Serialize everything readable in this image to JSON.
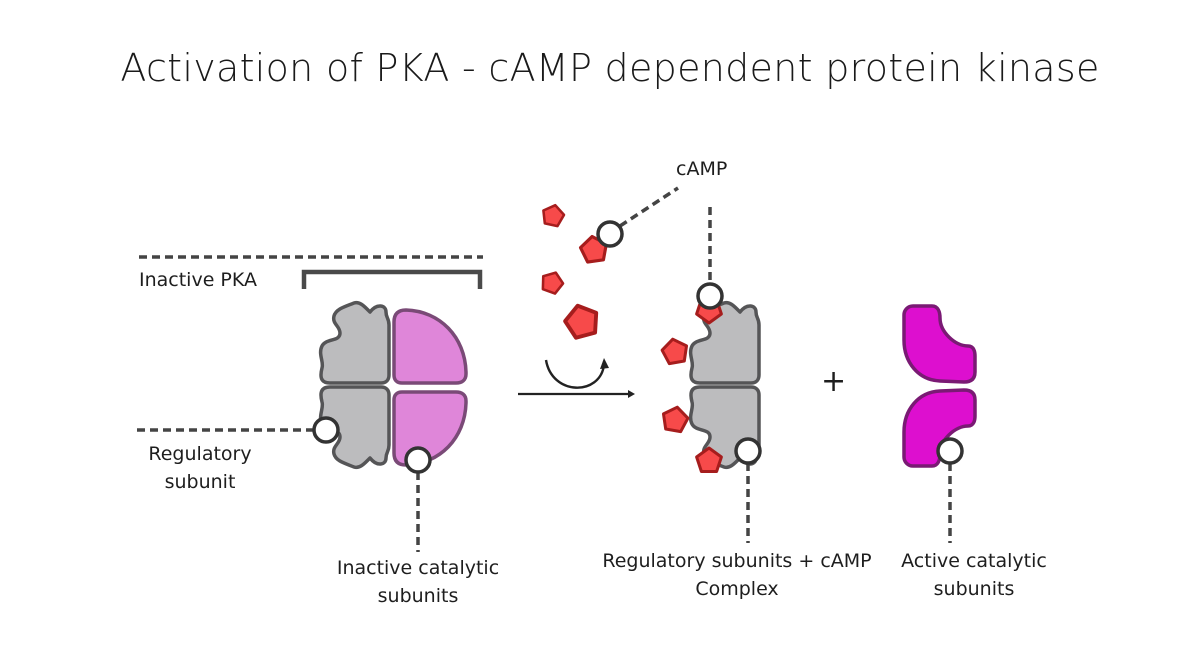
{
  "title": "Activation of PKA - cAMP dependent protein kinase",
  "labels": {
    "camp": "cAMP",
    "inactive_pka": "Inactive PKA",
    "regulatory_line1": "Regulatory",
    "regulatory_line2": "subunit",
    "inactive_catalytic_line1": "Inactive catalytic",
    "inactive_catalytic_line2": "subunits",
    "complex_line1": "Regulatory subunits + cAMP",
    "complex_line2": "Complex",
    "active_catalytic_line1": "Active catalytic",
    "active_catalytic_line2": "subunits",
    "plus": "+"
  },
  "colors": {
    "regulatory_subunit": "#bcbcbe",
    "inactive_catalytic": "#df86d9",
    "active_catalytic": "#dd0fcf",
    "camp_molecule": "#f74a4a"
  }
}
